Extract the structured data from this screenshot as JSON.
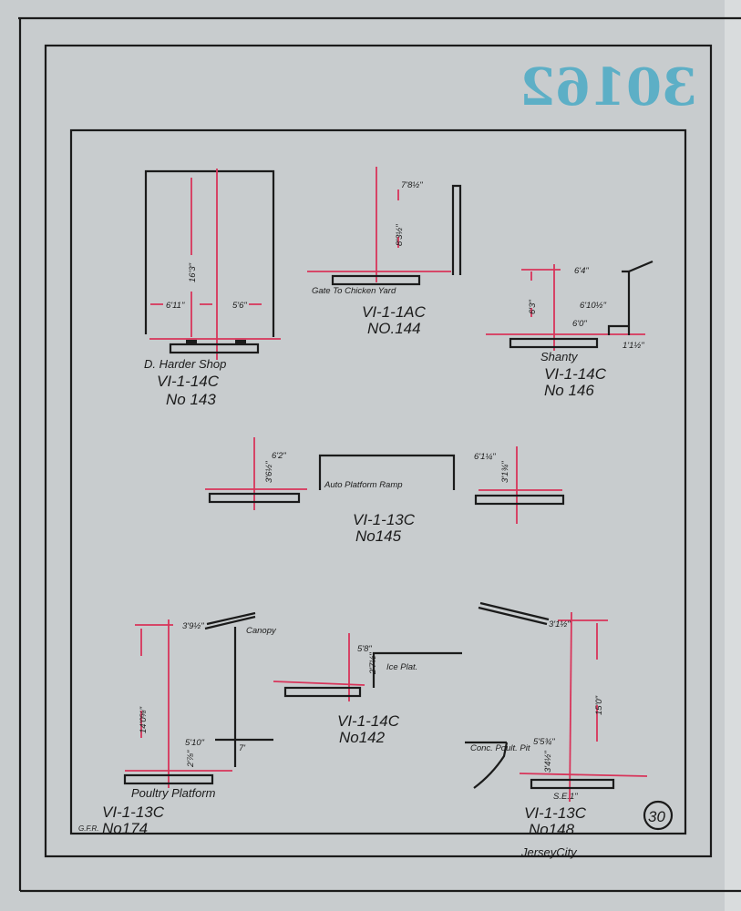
{
  "stamp": {
    "number": "30162"
  },
  "sheet": {
    "page_number": "30",
    "initials": "G.F.R.",
    "location": "JerseyCity"
  },
  "drawings": {
    "d143": {
      "name": "D. Harder Shop",
      "code": "VI-1-14C",
      "no": "No 143",
      "dims": [
        "16'3\"",
        "6'11\"",
        "5'6\""
      ]
    },
    "d144": {
      "name": "Gate To Chicken Yard",
      "code": "VI-1-1AC",
      "no": "NO.144",
      "dims": [
        "7'8½\"",
        "8'3½\""
      ]
    },
    "d146": {
      "name": "Shanty",
      "code": "VI-1-14C",
      "no": "No 146",
      "dims": [
        "6'3\"",
        "6'4\"",
        "6'10½\"",
        "6'0\"",
        "1'1½\""
      ]
    },
    "d145": {
      "name": "Auto Platform Ramp",
      "code": "VI-1-13C",
      "no": "No145",
      "dims": [
        "6'2\"",
        "3'6½\"",
        "6'1¼\"",
        "3'1¾\""
      ]
    },
    "d174": {
      "name": "Poultry Platform",
      "code": "VI-1-13C",
      "no": "No174",
      "note": "Canopy",
      "dims": [
        "3'9½\"",
        "14'0⅝\"",
        "5'10\"",
        "2'⅞\"",
        "7'"
      ]
    },
    "d142": {
      "name": "Ice Plat.",
      "code": "VI-1-14C",
      "no": "No142",
      "dims": [
        "5'8\"",
        "2'7½\""
      ]
    },
    "d148": {
      "name": "Conc. Poult. Pit",
      "code": "VI-1-13C",
      "no": "No148",
      "note": "S.E.1\"",
      "dims": [
        "3'1½\"",
        "15'0\"",
        "5'5¾\"",
        "3'4½\""
      ]
    }
  }
}
